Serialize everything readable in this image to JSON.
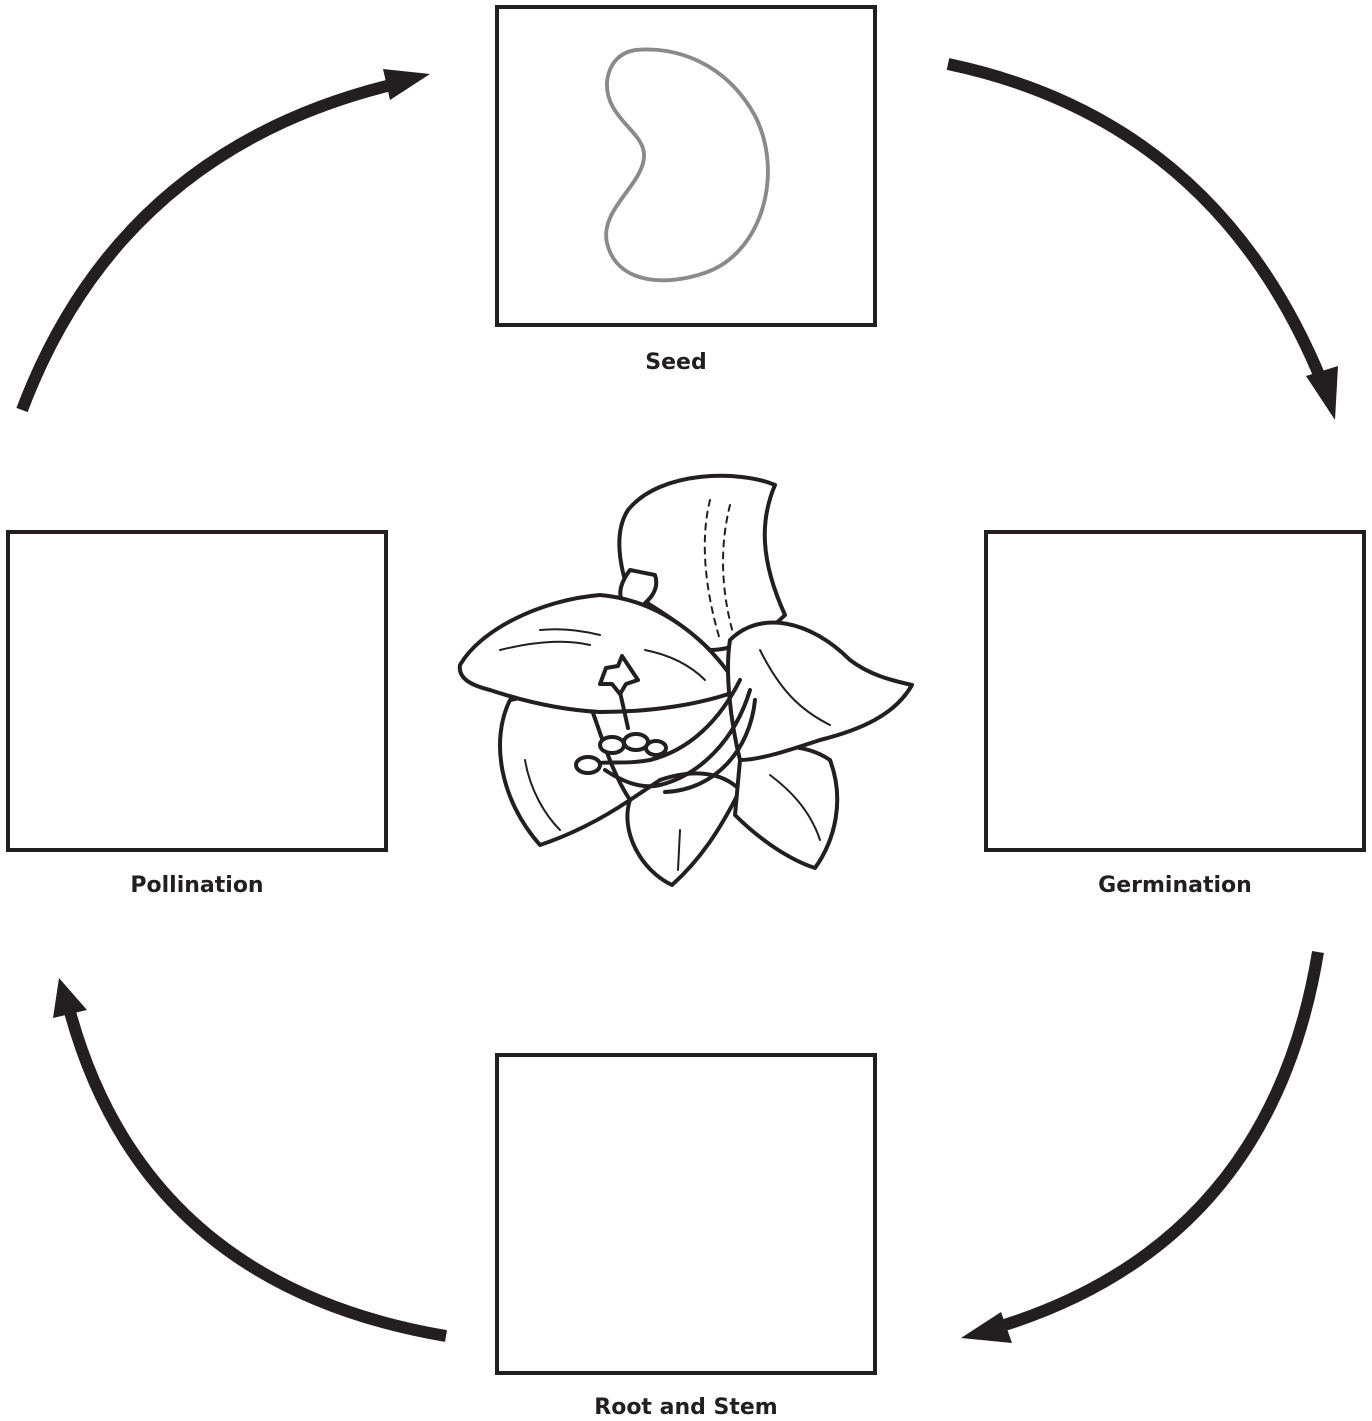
{
  "diagram": {
    "stages": {
      "seed": {
        "label": "Seed"
      },
      "germination": {
        "label": "Germination"
      },
      "root_and_stem": {
        "label": "Root and Stem"
      },
      "pollination": {
        "label": "Pollination"
      }
    },
    "center_illustration": "lily-flower",
    "colors": {
      "ink": "#231f20",
      "seed_outline": "#8a8a8a",
      "background": "#ffffff"
    }
  }
}
